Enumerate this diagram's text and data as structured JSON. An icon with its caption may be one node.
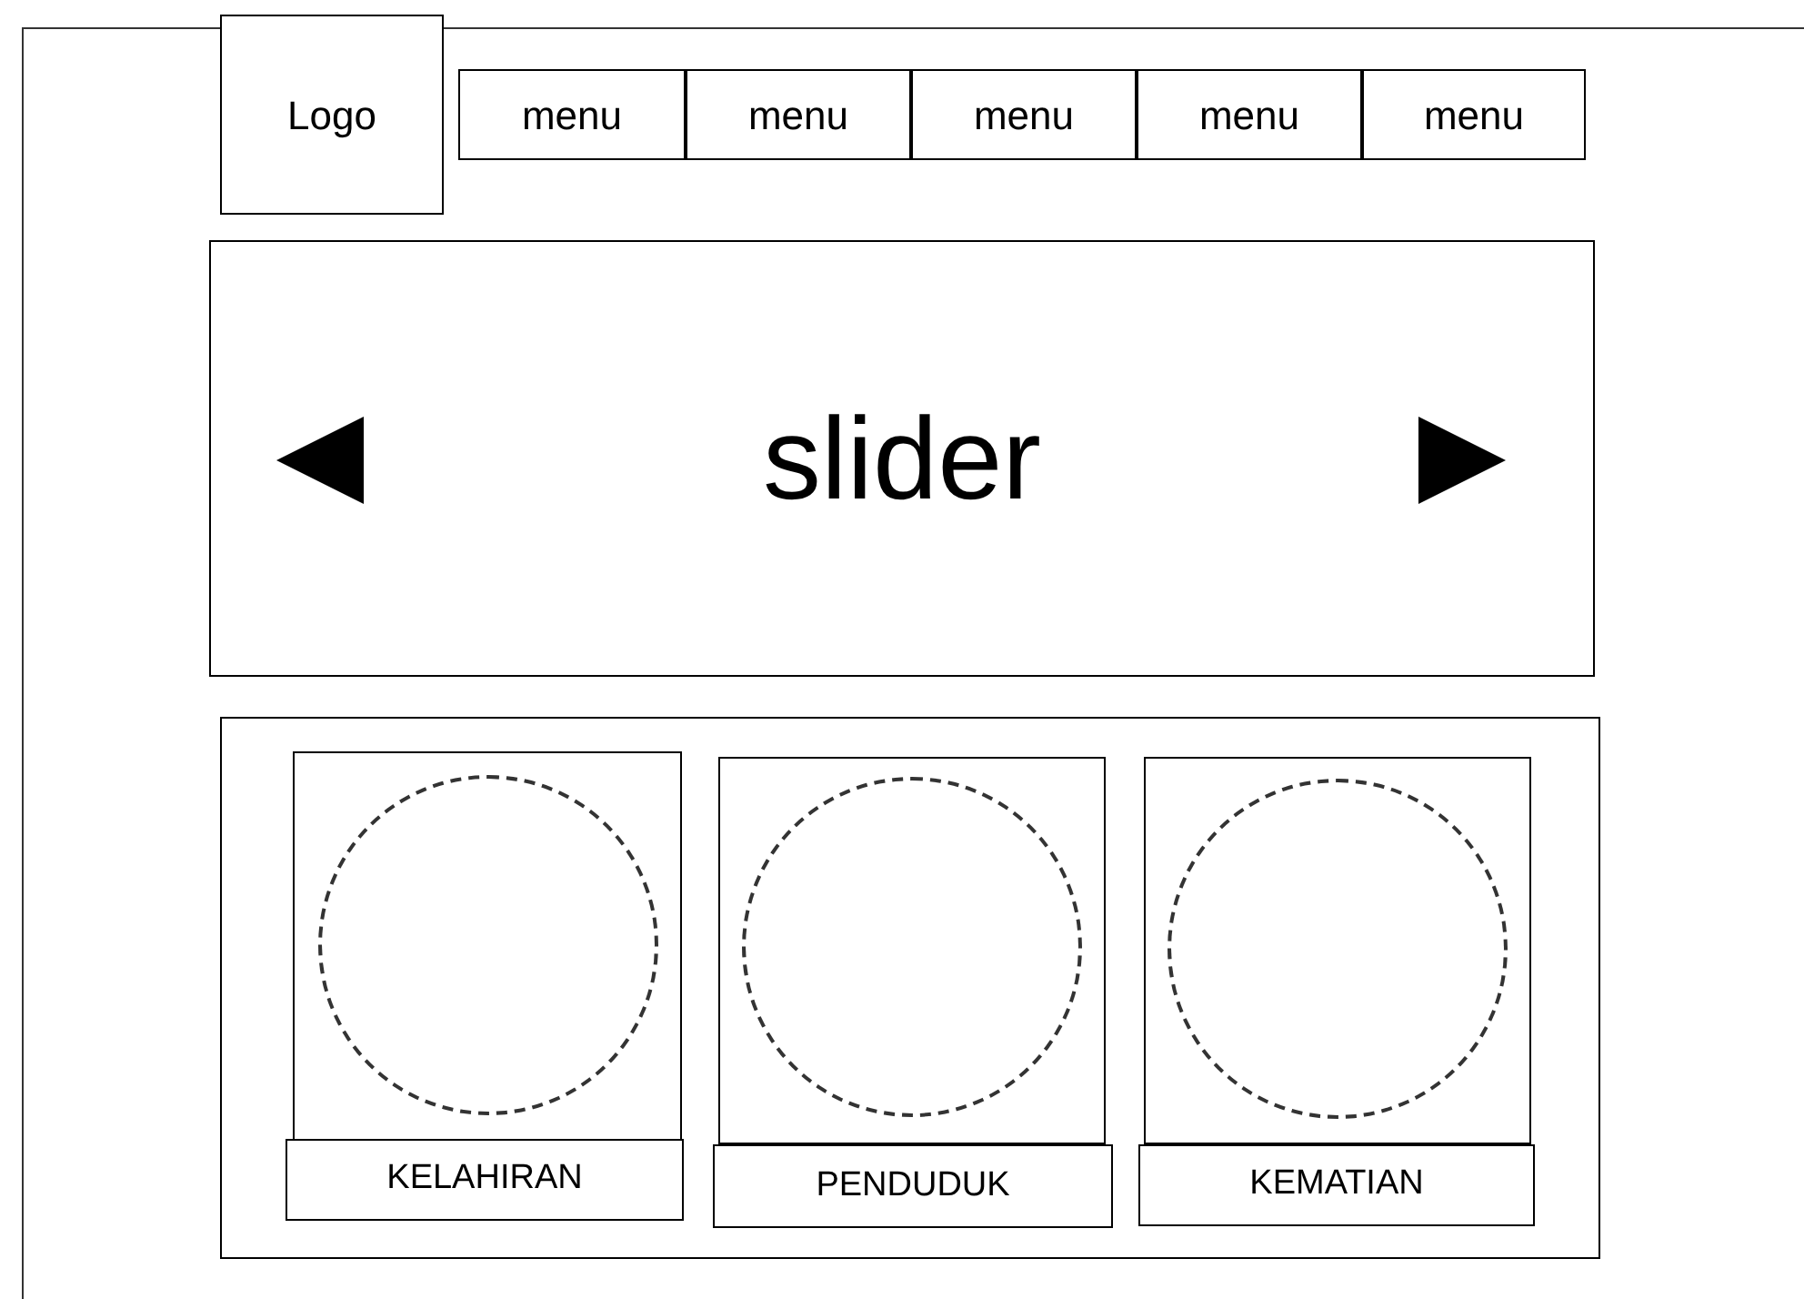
{
  "diagram": {
    "nodes": [
      {
        "text": [
          "Logo"
        ]
      },
      {
        "text": [
          "menu"
        ]
      },
      {
        "text": [
          "menu"
        ]
      },
      {
        "text": [
          "menu"
        ]
      },
      {
        "text": [
          "menu"
        ]
      },
      {
        "text": [
          "menu"
        ]
      },
      {
        "text": [
          "slider"
        ]
      },
      {
        "text": [],
        "shape": "box"
      },
      {
        "text": [],
        "shape": "box",
        "in": 7
      },
      {
        "text": [],
        "shape": "circle",
        "in": 8
      },
      {
        "text": [
          "KELAHIRAN"
        ],
        "in": 7
      },
      {
        "text": [],
        "shape": "box",
        "in": 7
      },
      {
        "text": [],
        "shape": "circle",
        "in": 11
      },
      {
        "text": [
          "PENDUDUK"
        ],
        "in": 7
      },
      {
        "text": [],
        "shape": "box",
        "in": 7
      },
      {
        "text": [],
        "shape": "circle",
        "in": 14
      },
      {
        "text": [
          "KEMATIAN"
        ],
        "in": 7
      }
    ]
  }
}
